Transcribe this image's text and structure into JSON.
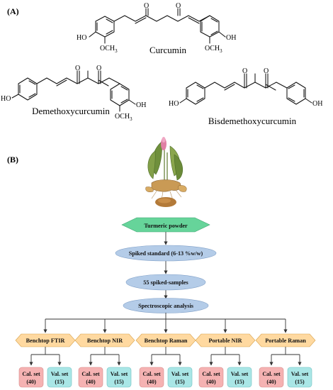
{
  "panel_a": {
    "label": "(A)",
    "molecules": [
      {
        "name": "Curcumin",
        "substituents": [
          "HO",
          "OCH3",
          "OCH3",
          "OH"
        ]
      },
      {
        "name": "Demethoxycurcumin",
        "substituents": [
          "HO",
          "OCH3",
          "OH"
        ]
      },
      {
        "name": "Bisdemethoxycurcumin",
        "substituents": [
          "HO",
          "OH"
        ]
      }
    ],
    "atoms": {
      "oxygen": "O",
      "methoxy_main": "OCH",
      "methoxy_sub": "3"
    }
  },
  "panel_b": {
    "label": "(B)",
    "source": "Turmeric powder",
    "steps": [
      "Spiked standard (6-13 %w/w)",
      "55 spiked-samples",
      "Spectroscopic analysis"
    ],
    "instruments": [
      {
        "name": "Benchtop FTIR",
        "cal": "Cal. set",
        "cal_n": "(40)",
        "val": "Val. set",
        "val_n": "(15)"
      },
      {
        "name": "Benchtop NIR",
        "cal": "Cal. set",
        "cal_n": "(40)",
        "val": "Val. set",
        "val_n": "(15)"
      },
      {
        "name": "Benchtop Raman",
        "cal": "Cal. set",
        "cal_n": "(40)",
        "val": "Val. set",
        "val_n": "(15)"
      },
      {
        "name": "Portable NIR",
        "cal": "Cal. set",
        "cal_n": "(40)",
        "val": "Val. set",
        "val_n": "(15)"
      },
      {
        "name": "Portable Raman",
        "cal": "Cal. set",
        "cal_n": "(40)",
        "val": "Val. set",
        "val_n": "(15)"
      }
    ]
  },
  "colors": {
    "hexagon": "#ffd9a0",
    "hexagon_stroke": "#d7a14a",
    "ellipse": "#b4cce8",
    "ellipse_stroke": "#7f9fc7",
    "source_diamond": "#66d49a",
    "cal_box": "#f5b2b2",
    "val_box": "#a9e6e6"
  }
}
